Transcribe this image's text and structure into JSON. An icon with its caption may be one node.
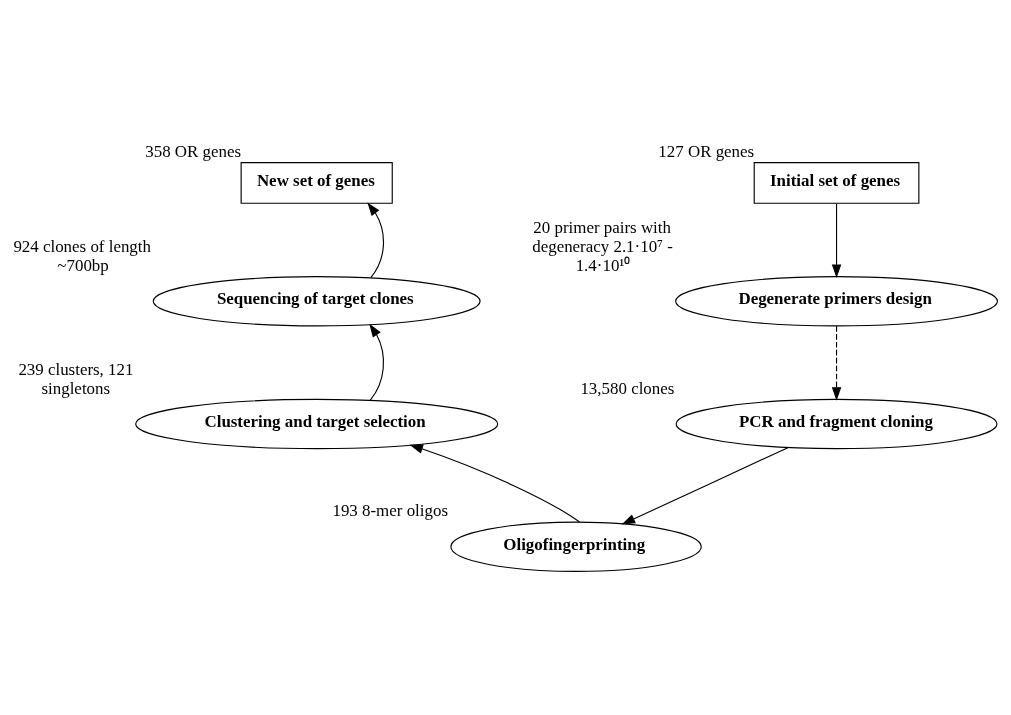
{
  "diagram": {
    "nodes": [
      {
        "text": [
          "New set of genes"
        ],
        "beside": [
          "358 OR genes"
        ]
      },
      {
        "text": [
          "Initial set of genes"
        ],
        "beside": [
          "127 OR genes"
        ]
      },
      {
        "text": [
          "Degenerate primers design"
        ],
        "beside": [
          "20 primer pairs with degeneracy 2.1·10⁷ - 1.4·10¹⁰"
        ]
      },
      {
        "text": [
          "PCR and fragment cloning"
        ],
        "beside": [
          "13,580 clones"
        ]
      },
      {
        "text": [
          "Oligofingerprinting"
        ],
        "beside": [
          "193 8-mer oligos"
        ]
      },
      {
        "text": [
          "Clustering and target selection"
        ],
        "beside": [
          "239 clusters, 121 singletons"
        ]
      },
      {
        "text": [
          "Sequencing of target clones"
        ],
        "beside": [
          "924 clones of length ~700bp"
        ]
      }
    ],
    "edges": [
      {
        "from": 1,
        "to": 2,
        "arrow": "to"
      },
      {
        "from": 2,
        "to": 3,
        "arrow": "to",
        "style": "dashed"
      },
      {
        "from": 3,
        "to": 4,
        "arrow": "to"
      },
      {
        "from": 4,
        "to": 5,
        "arrow": "to"
      },
      {
        "from": 5,
        "to": 6,
        "arrow": "to"
      },
      {
        "from": 6,
        "to": 0,
        "arrow": "to"
      }
    ]
  }
}
